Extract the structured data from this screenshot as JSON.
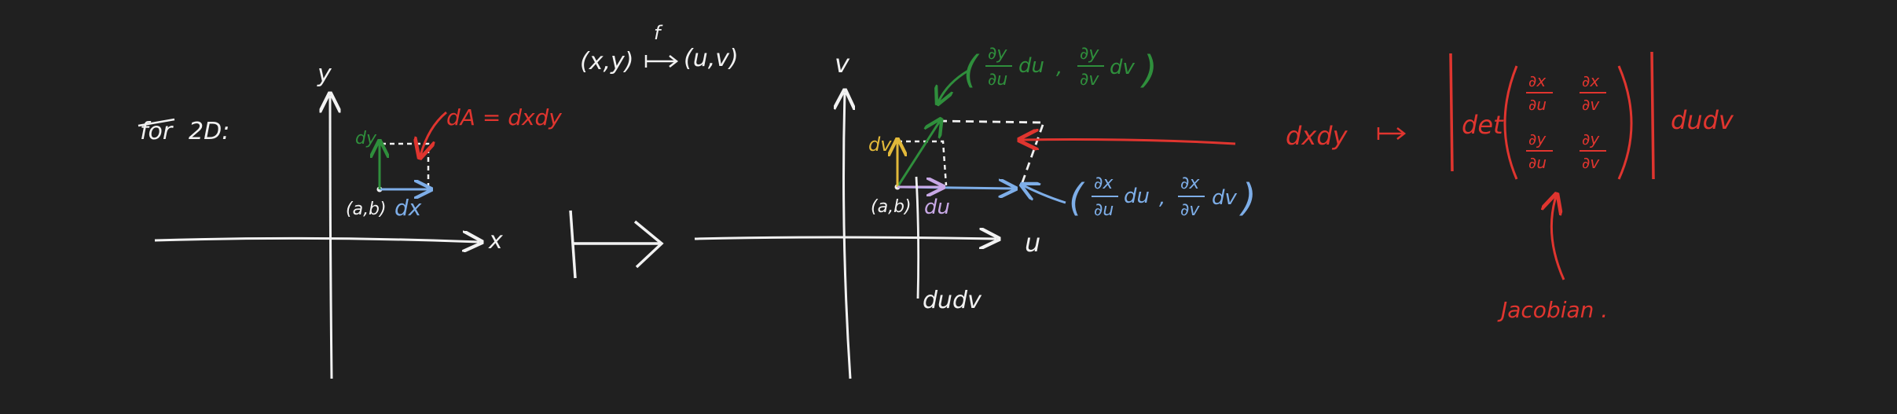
{
  "colors": {
    "background": "#202020",
    "white": "#f2f2f2",
    "red": "#e0352f",
    "green": "#2f8f3c",
    "blue": "#7eaee8",
    "yellow": "#e2b93a",
    "purple": "#c8a8e6"
  },
  "intro": {
    "label_struck": "for",
    "label_rest": "2D:"
  },
  "left_plot": {
    "x_axis_label": "x",
    "y_axis_label": "y",
    "point_label": "(a,b)",
    "dx_label": "dx",
    "dy_label": "dy",
    "area_annotation": "dA = dxdy"
  },
  "map": {
    "domain": "(x,y)",
    "range": "(u,v)",
    "function_name": "f"
  },
  "right_plot": {
    "x_axis_label": "u",
    "y_axis_label": "v",
    "point_label": "(a,b)",
    "du_label": "du",
    "dv_label": "dv",
    "area_label": "dudv",
    "green_vector": {
      "paren_open": "(",
      "paren_close": ")",
      "comp1_num": "∂y",
      "comp1_den": "∂u",
      "comp1_tail": "du",
      "separator": ",",
      "comp2_num": "∂y",
      "comp2_den": "∂v",
      "comp2_tail": "dv"
    },
    "blue_vector": {
      "paren_open": "(",
      "paren_close": ")",
      "comp1_num": "∂x",
      "comp1_den": "∂u",
      "comp1_tail": "du",
      "separator": ",",
      "comp2_num": "∂x",
      "comp2_den": "∂v",
      "comp2_tail": "dv"
    }
  },
  "jacobian_formula": {
    "lhs": "dxdy",
    "det_label": "det",
    "m11_num": "∂x",
    "m11_den": "∂u",
    "m12_num": "∂x",
    "m12_den": "∂v",
    "m21_num": "∂y",
    "m21_den": "∂u",
    "m22_num": "∂y",
    "m22_den": "∂v",
    "rhs": "dudv",
    "annotation": "Jacobian ."
  }
}
